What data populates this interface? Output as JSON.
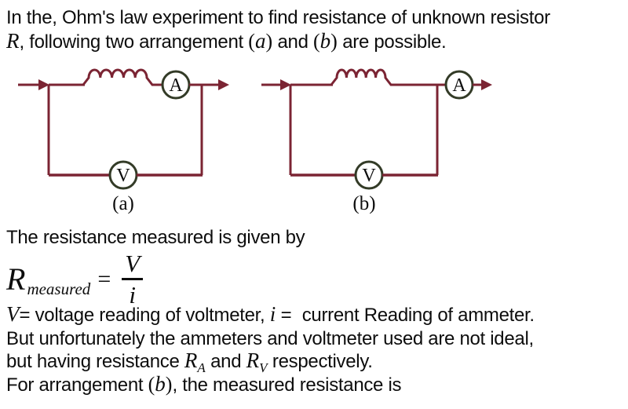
{
  "colors": {
    "wire": "#7b2433",
    "ring": "#333b27",
    "ink": "#0d0d0d"
  },
  "glyph": {
    "lp": "(",
    "rp": ")"
  },
  "intro": {
    "line1": "In the, Ohm's law experiment to find resistance of unknown resistor",
    "R": "R",
    "seg2": ", following two arrangement ",
    "a": "a",
    "seg3": " and ",
    "b": "b",
    "seg4": " are possible."
  },
  "circuits": {
    "a": {
      "ammeter": "A",
      "voltmeter": "V",
      "caption": "(a)"
    },
    "b": {
      "ammeter": "A",
      "voltmeter": "V",
      "caption": "(b)"
    }
  },
  "measured": {
    "lead_in": "The resistance measured is given by",
    "R": "R",
    "subscript": "measured",
    "equals": "=",
    "numerator": "V",
    "denominator": "i"
  },
  "legend": {
    "V": "V",
    "seg1": "= voltage reading of voltmeter, ",
    "i": "i",
    "eq": " = ",
    "seg2": "current Reading of ammeter."
  },
  "note": {
    "line1": "But unfortunately the ammeters and voltmeter used are not ideal,",
    "line2_seg1": "but having resistance ",
    "RA_base": "R",
    "RA_sub": "A",
    "line2_seg2": " and ",
    "RV_base": "R",
    "RV_sub": "V",
    "line2_seg3": " respectively."
  },
  "question": {
    "seg1": "For arrangement ",
    "b": "b",
    "seg2": ", the measured resistance is"
  }
}
